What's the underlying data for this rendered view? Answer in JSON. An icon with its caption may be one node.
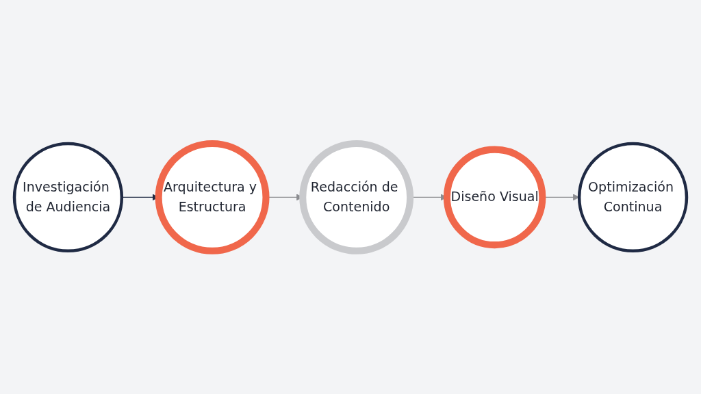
{
  "diagram": {
    "nodes": [
      {
        "text": [
          "Investigación de Audiencia"
        ]
      },
      {
        "text": [
          "Arquitectura y Estructura"
        ]
      },
      {
        "text": [
          "Redacción de Contenido"
        ]
      },
      {
        "text": [
          "Diseño Visual"
        ]
      },
      {
        "text": [
          "Optimización Continua"
        ]
      }
    ],
    "edges": [
      {
        "from": 0,
        "to": 1,
        "arrow": "to",
        "color": "#1f2a44"
      },
      {
        "from": 1,
        "to": 2,
        "arrow": "to"
      },
      {
        "from": 2,
        "to": 3,
        "arrow": "to"
      },
      {
        "from": 3,
        "to": 4,
        "arrow": "to"
      }
    ]
  }
}
